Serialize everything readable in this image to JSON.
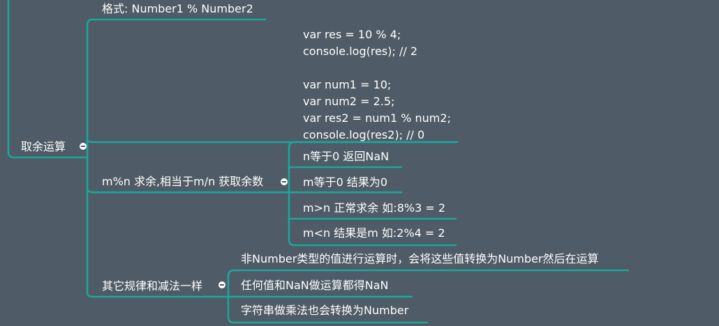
{
  "colors": {
    "background": "#4f5b66",
    "branch": "#1aa99a",
    "text": "#ffffff"
  },
  "root": {
    "label": "取余运算"
  },
  "children": {
    "format": {
      "label": "格式: Number1 % Number2"
    },
    "code_example": {
      "text": "var res = 10 % 4;\nconsole.log(res); // 2\n\nvar num1 = 10;\nvar num2 = 2.5;\nvar res2 = num1 % num2;\nconsole.log(res2); // 0"
    },
    "mod": {
      "label": "m%n 求余,相当于m/n 获取余数",
      "items": [
        "n等于0 返回NaN",
        "m等于0 结果为0",
        "m>n 正常求余 如:8%3 = 2",
        "m<n 结果是m 如:2%4 = 2"
      ]
    },
    "other": {
      "label": "其它规律和减法一样",
      "items": [
        "非Number类型的值进行运算时，会将这些值转换为Number然后在运算",
        "任何值和NaN做运算都得NaN",
        "字符串做乘法也会转换为Number"
      ]
    }
  }
}
